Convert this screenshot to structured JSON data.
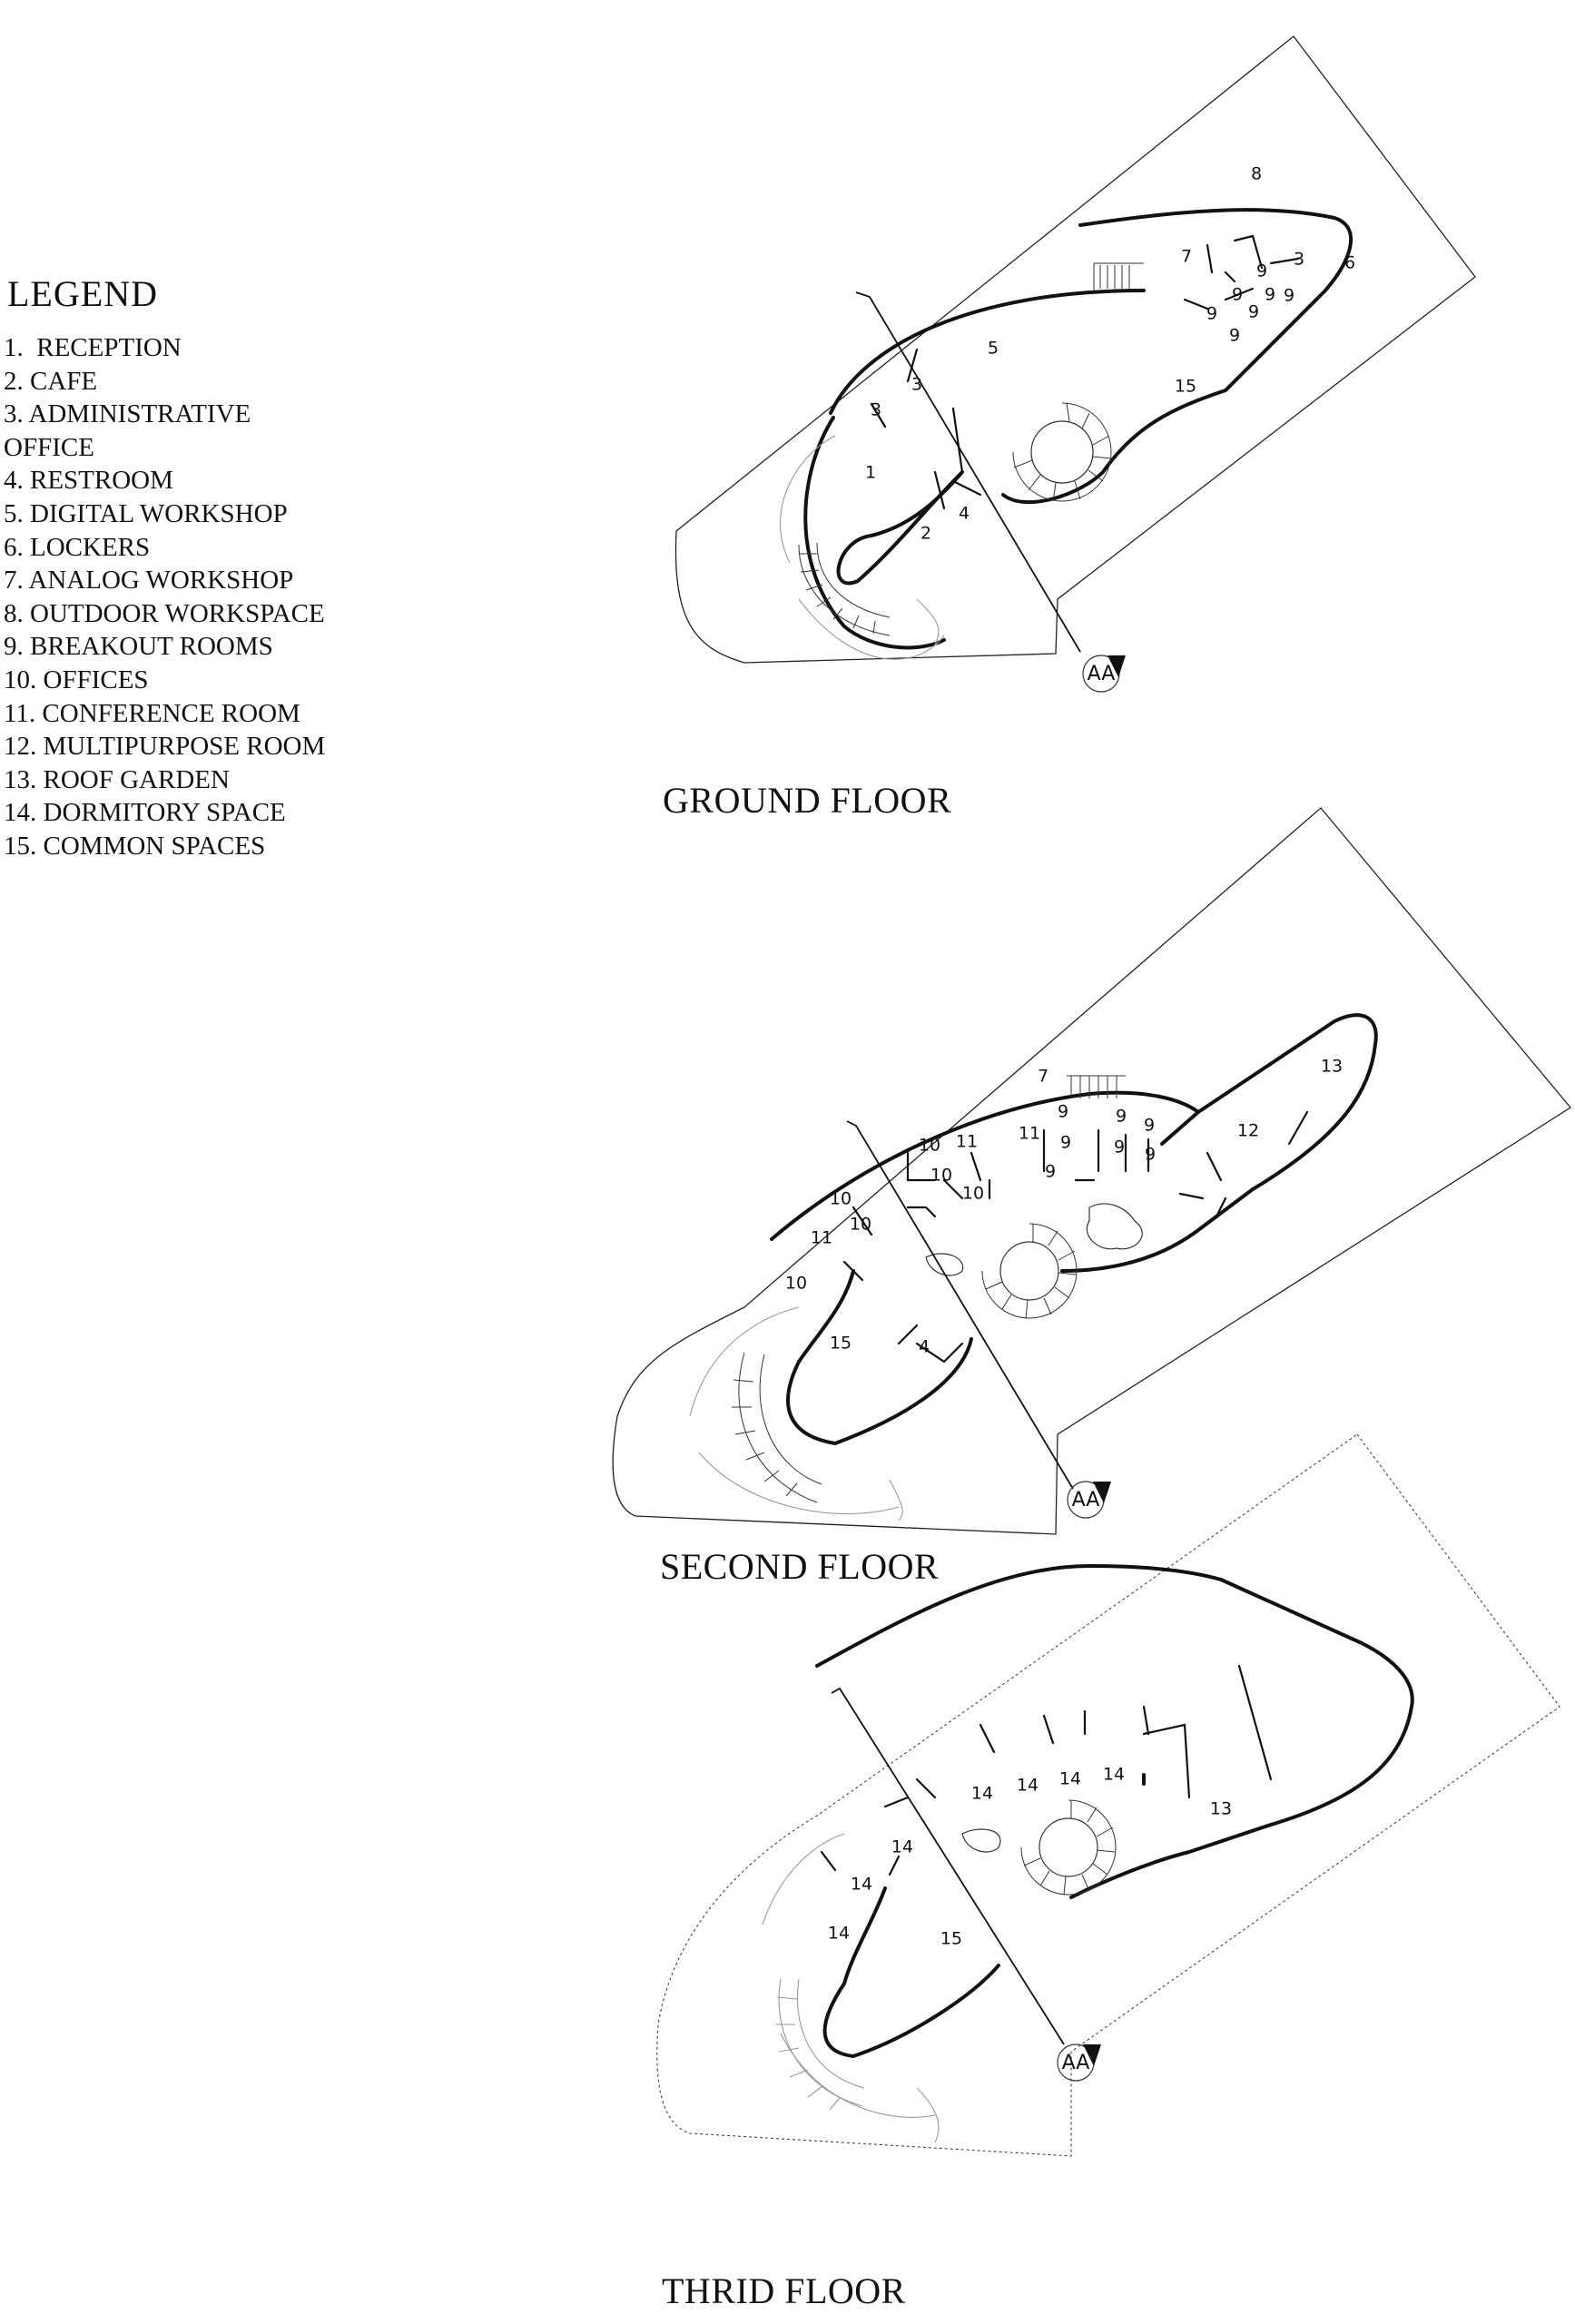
{
  "legend": {
    "title": "LEGEND",
    "items": [
      "1.  RECEPTION",
      "2. CAFE",
      "3. ADMINISTRATIVE",
      "OFFICE",
      "4. RESTROOM",
      "5. DIGITAL WORKSHOP",
      "6. LOCKERS",
      "7. ANALOG WORKSHOP",
      "8. OUTDOOR WORKSPACE",
      "9. BREAKOUT ROOMS",
      "10. OFFICES",
      "11. CONFERENCE ROOM",
      "12. MULTIPURPOSE ROOM",
      "13. ROOF GARDEN",
      "14. DORMITORY SPACE",
      "15. COMMON SPACES"
    ]
  },
  "floors": [
    {
      "title": "GROUND FLOOR",
      "section_label": "AA",
      "rooms": [
        {
          "label": "8"
        },
        {
          "label": "7"
        },
        {
          "label": "3"
        },
        {
          "label": "6"
        },
        {
          "label": "9"
        },
        {
          "label": "9"
        },
        {
          "label": "9"
        },
        {
          "label": "9"
        },
        {
          "label": "9"
        },
        {
          "label": "9"
        },
        {
          "label": "9"
        },
        {
          "label": "5"
        },
        {
          "label": "15"
        },
        {
          "label": "3"
        },
        {
          "label": "3"
        },
        {
          "label": "1"
        },
        {
          "label": "4"
        },
        {
          "label": "2"
        }
      ]
    },
    {
      "title": "SECOND FLOOR",
      "section_label": "AA",
      "rooms": [
        {
          "label": "13"
        },
        {
          "label": "7"
        },
        {
          "label": "9"
        },
        {
          "label": "9"
        },
        {
          "label": "9"
        },
        {
          "label": "9"
        },
        {
          "label": "9"
        },
        {
          "label": "9"
        },
        {
          "label": "9"
        },
        {
          "label": "12"
        },
        {
          "label": "11"
        },
        {
          "label": "11"
        },
        {
          "label": "10"
        },
        {
          "label": "10"
        },
        {
          "label": "10"
        },
        {
          "label": "10"
        },
        {
          "label": "10"
        },
        {
          "label": "11"
        },
        {
          "label": "10"
        },
        {
          "label": "15"
        },
        {
          "label": "4"
        }
      ]
    },
    {
      "title": "THRID FLOOR",
      "section_label": "AA",
      "rooms": [
        {
          "label": "14"
        },
        {
          "label": "14"
        },
        {
          "label": "14"
        },
        {
          "label": "14"
        },
        {
          "label": "13"
        },
        {
          "label": "14"
        },
        {
          "label": "14"
        },
        {
          "label": "14"
        },
        {
          "label": "15"
        }
      ]
    }
  ]
}
